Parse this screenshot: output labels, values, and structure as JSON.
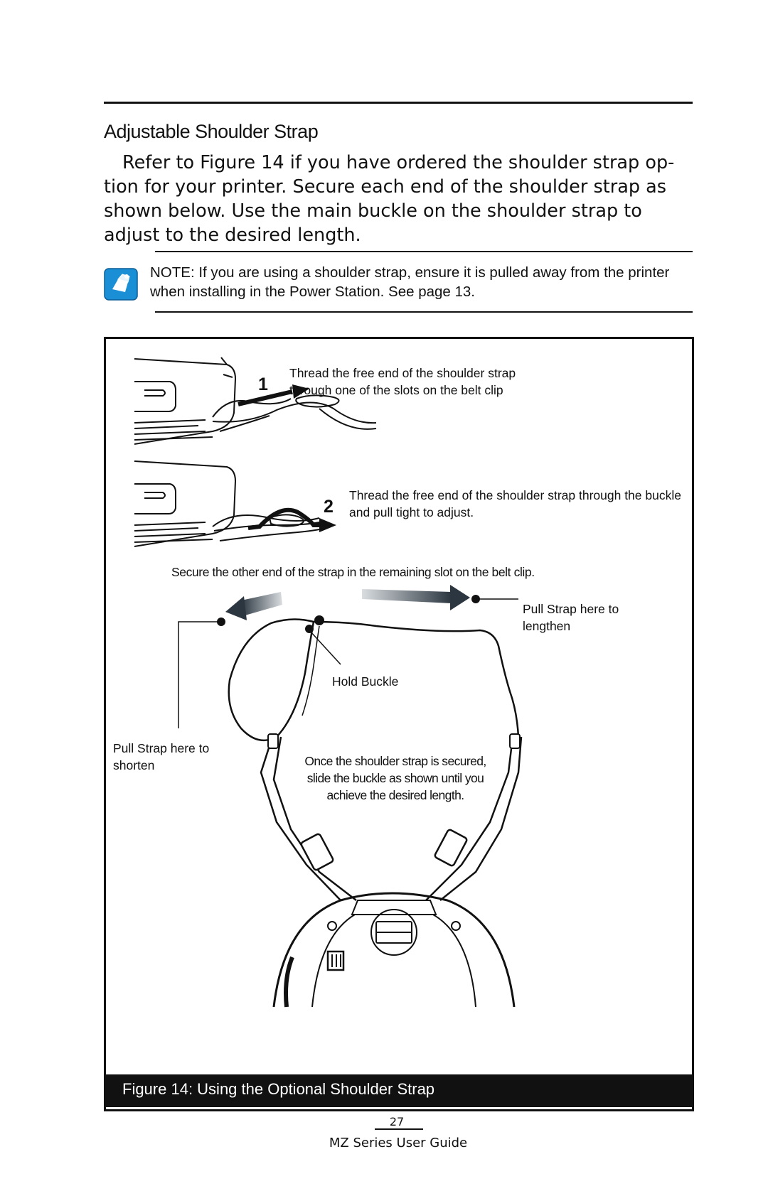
{
  "section": {
    "title": "Adjustable Shoulder Strap",
    "body": "Refer to Figure 14 if you have ordered the shoulder strap op-tion for your printer. Secure each end of the shoulder strap as shown below. Use the main buckle on the shoulder strap to adjust to the desired length."
  },
  "note": {
    "icon": "note-hand-icon",
    "text": "NOTE: If you are using a shoulder strap, ensure it is pulled away from the printer when installing in the Power Station.  See page 13."
  },
  "figure": {
    "step1_number": "1",
    "step1_text": "Thread the free end of the shoulder strap through one of the slots on the belt clip",
    "step2_number": "2",
    "step2_text": "Thread the free end of the shoulder strap through the buckle and pull tight to adjust.",
    "secure_text": "Secure the other end of the strap in the remaining slot on the belt clip.",
    "pull_lengthen": "Pull Strap here to lengthen",
    "hold_buckle": "Hold Buckle",
    "pull_shorten": "Pull Strap here to shorten",
    "slide_text": "Once the shoulder strap is secured, slide the buckle as shown until you achieve the desired length.",
    "caption": "Figure 14: Using the Optional Shoulder Strap"
  },
  "footer": {
    "page_number": "27",
    "guide_title": "MZ Series User Guide"
  },
  "colors": {
    "note_icon_blue": "#1a8fd6",
    "arrow_gray_dark": "#2b3640",
    "arrow_gray_light": "#d9dde0"
  }
}
